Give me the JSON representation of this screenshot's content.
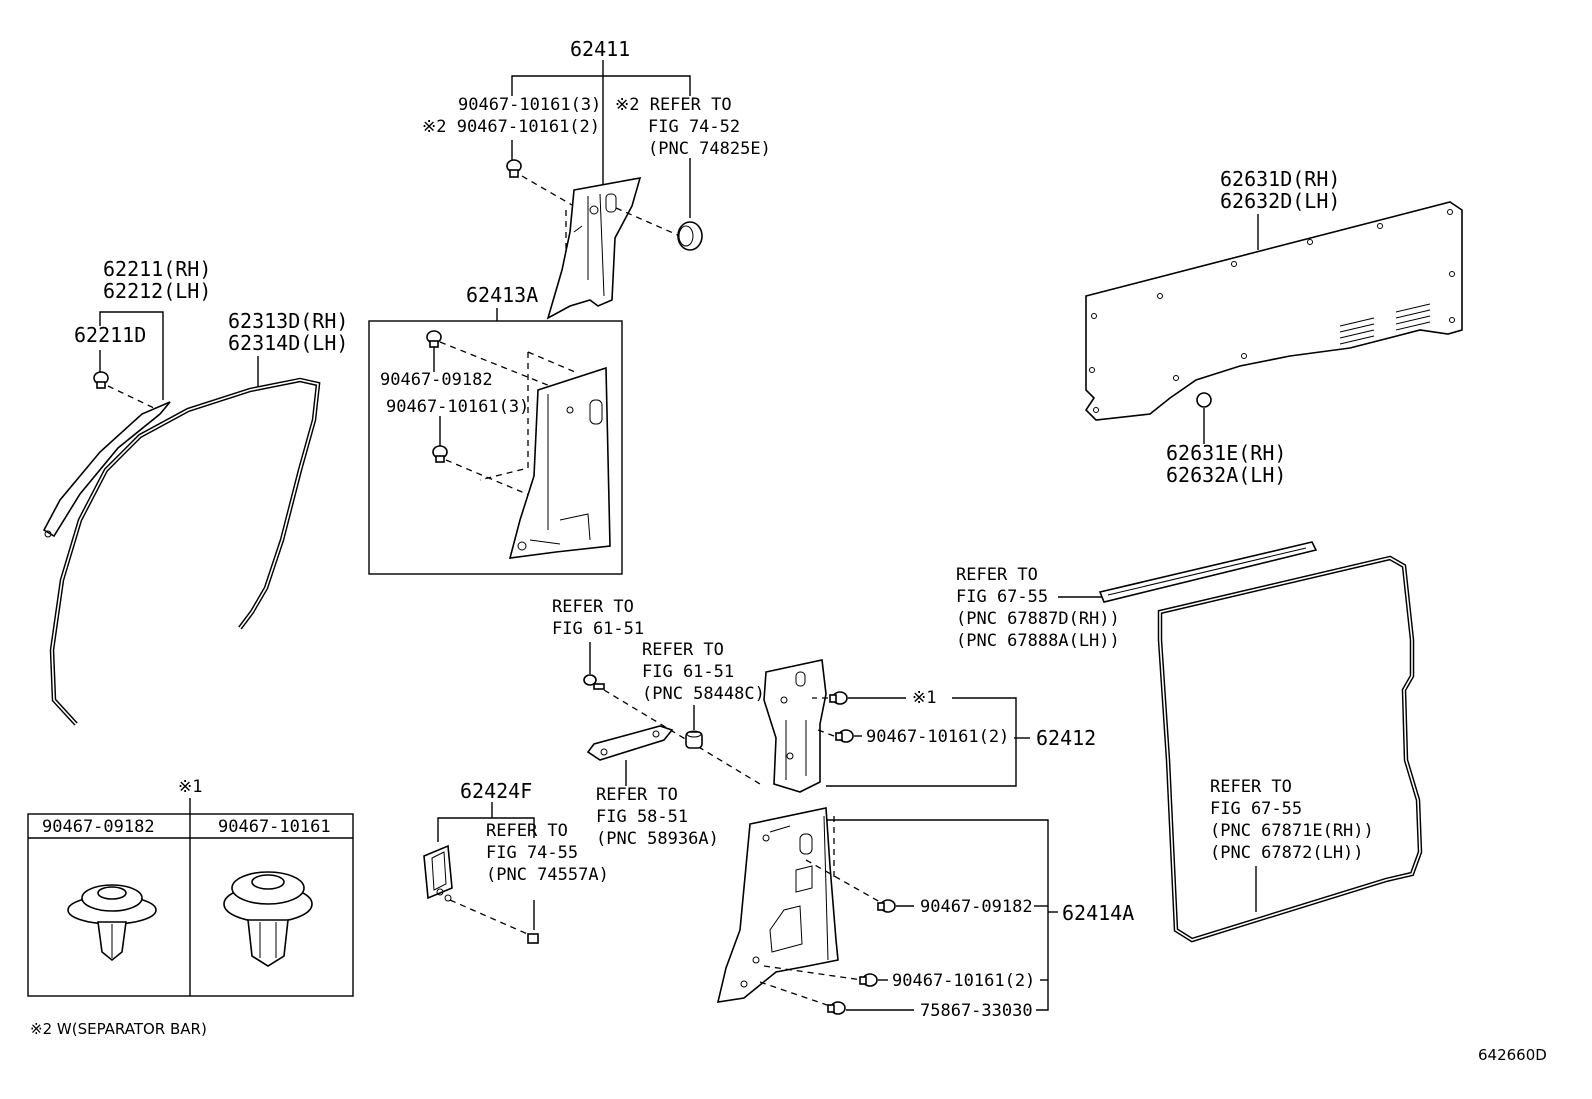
{
  "callouts": {
    "p62411": "62411",
    "p62411_clip_a": "90467-10161(3)",
    "p62411_clip_b": "※2 90467-10161(2)",
    "p62411_ref_l1": "※2 REFER TO",
    "p62411_ref_l2": "FIG 74-52",
    "p62411_ref_l3": "(PNC 74825E)",
    "p62413a": "62413A",
    "p62413a_clip_a": "90467-09182",
    "p62413a_clip_b": "90467-10161(3)",
    "p62211_rh": "62211(RH)",
    "p62212_lh": "62212(LH)",
    "p62211d": "62211D",
    "p62313d_rh": "62313D(RH)",
    "p62314d_lh": "62314D(LH)",
    "p62631d_rh": "62631D(RH)",
    "p62632d_lh": "62632D(LH)",
    "p62631e_rh": "62631E(RH)",
    "p62632a_lh": "62632A(LH)",
    "ref_67887_l1": "REFER TO",
    "ref_67887_l2": "FIG 67-55",
    "ref_67887_l3": "(PNC 67887D(RH))",
    "ref_67887_l4": "(PNC 67888A(LH))",
    "ref_6151a_l1": "REFER TO",
    "ref_6151a_l2": "FIG 61-51",
    "ref_6151b_l1": "REFER TO",
    "ref_6151b_l2": "FIG 61-51",
    "ref_6151b_l3": "(PNC 58448C)",
    "mark_x1": "※1",
    "p62412_clip": "90467-10161(2)",
    "p62412": "62412",
    "ref_5851_l1": "REFER TO",
    "ref_5851_l2": "FIG 58-51",
    "ref_5851_l3": "(PNC 58936A)",
    "p62424f": "62424F",
    "ref_7455_l1": "REFER TO",
    "ref_7455_l2": "FIG 74-55",
    "ref_7455_l3": "(PNC 74557A)",
    "p62414a_clip_a": "90467-09182",
    "p62414a": "62414A",
    "p62414a_clip_b": "90467-10161(2)",
    "p62414a_screw": "75867-33030",
    "ref_67871_l1": "REFER TO",
    "ref_67871_l2": "FIG 67-55",
    "ref_67871_l3": "(PNC 67871E(RH))",
    "ref_67871_l4": "(PNC 67872(LH))"
  },
  "legend": {
    "mark": "※1",
    "col1": "90467-09182",
    "col2": "90467-10161"
  },
  "footnote": "※2 W(SEPARATOR BAR)",
  "figure_id": "642660D"
}
